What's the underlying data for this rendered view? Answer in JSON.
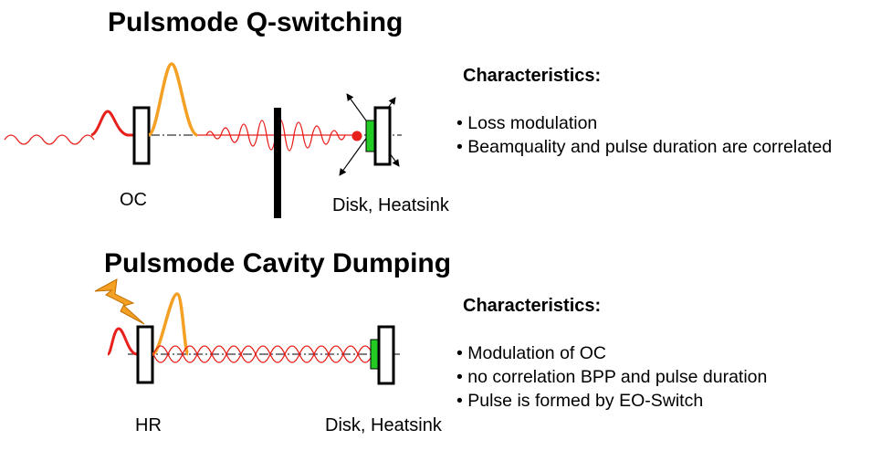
{
  "sections": [
    {
      "title": "Pulsmode Q-switching",
      "characteristics_heading": "Characteristics:",
      "bullets": [
        "Loss modulation",
        "Beamquality and pulse duration are correlated"
      ],
      "labels": {
        "left_optic": "OC",
        "right_optic": "Disk, Heatsink"
      }
    },
    {
      "title": "Pulsmode Cavity Dumping",
      "characteristics_heading": "Characteristics:",
      "bullets": [
        "Modulation of OC",
        "no correlation BPP and pulse duration",
        "Pulse is formed by EO-Switch"
      ],
      "labels": {
        "left_optic": "HR",
        "right_optic": "Disk, Heatsink"
      }
    }
  ],
  "colors": {
    "wave": "#e8201c",
    "pulse": "#f4a024",
    "disk": "#22cc22",
    "lightning": "#f4a024",
    "dot": "#e8201c"
  }
}
